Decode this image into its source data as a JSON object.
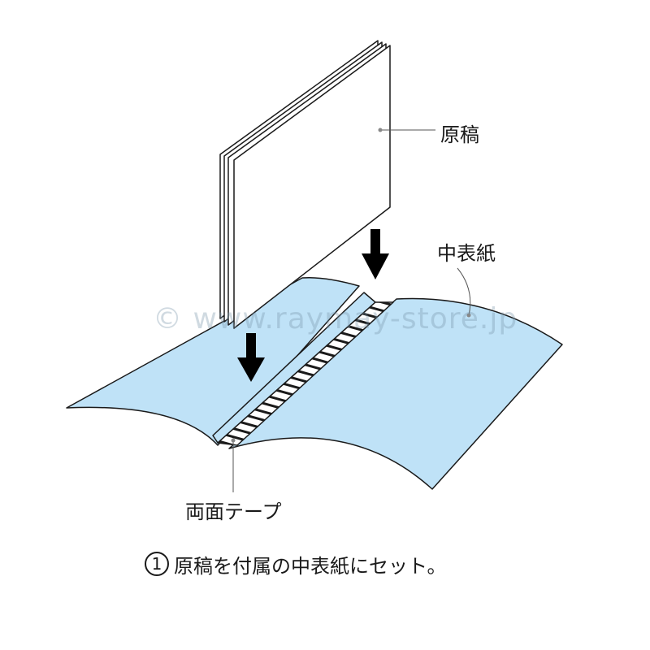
{
  "labels": {
    "manuscript": "原稿",
    "inner_cover": "中表紙",
    "double_sided_tape": "両面テープ"
  },
  "caption": {
    "step_number": "1",
    "text": "原稿を付属の中表紙にセット。"
  },
  "watermark": "© www.raymay-store.jp",
  "colors": {
    "cover_fill": "#bfe2f7",
    "outline": "#1a1a1a",
    "arrow": "#000000"
  }
}
